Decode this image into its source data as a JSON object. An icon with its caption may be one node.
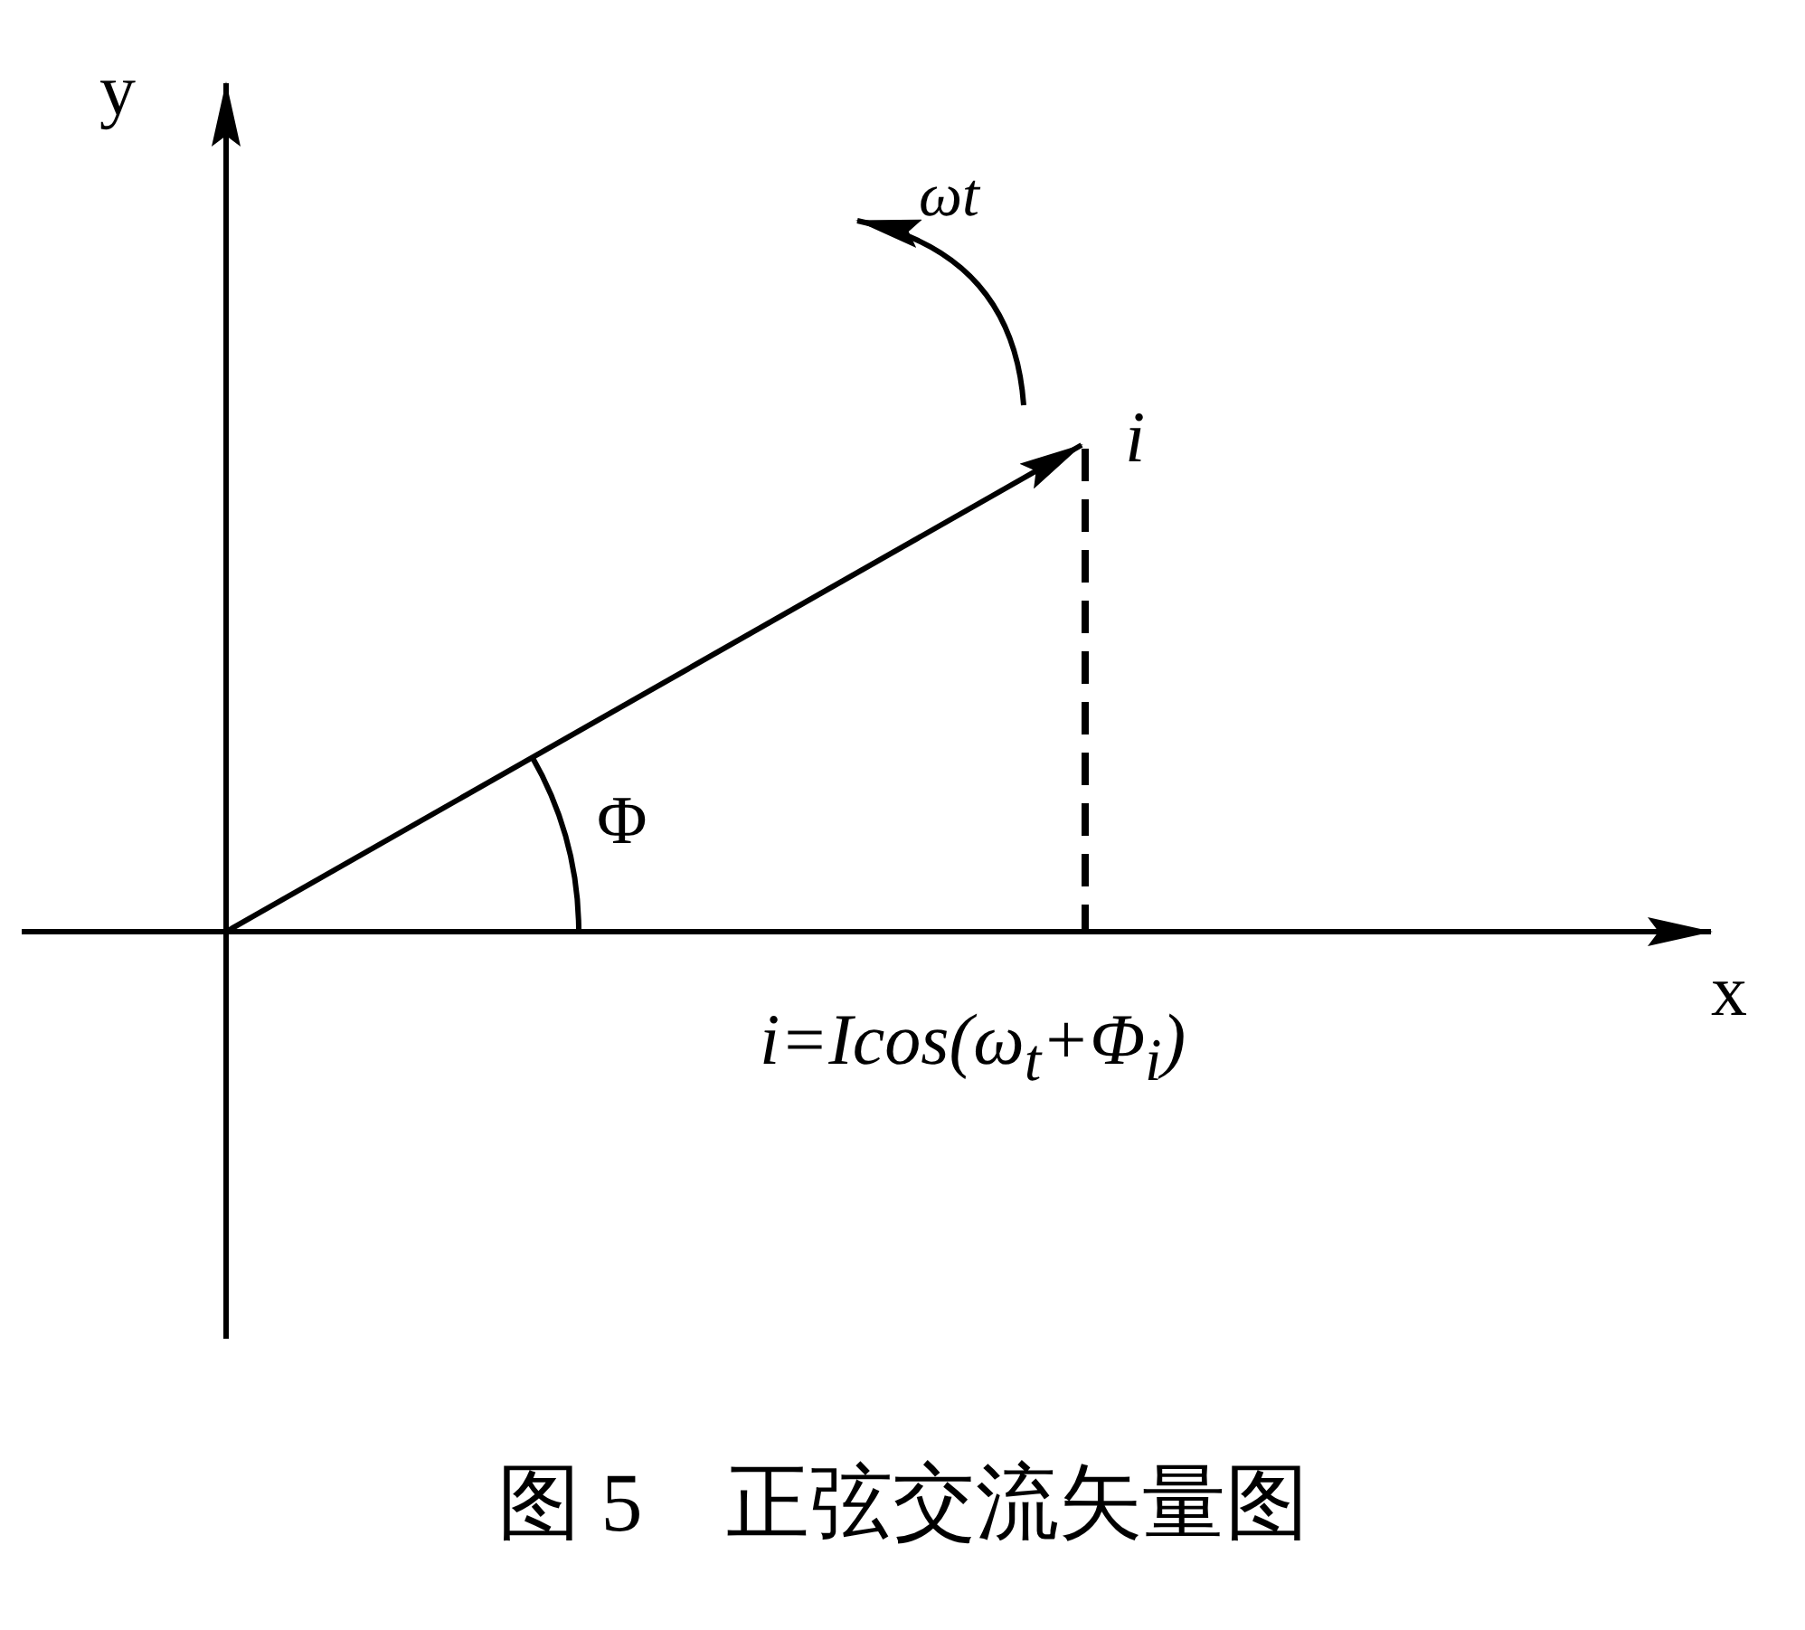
{
  "diagram": {
    "caption": "图 5　正弦交流矢量图",
    "labels": [
      "y",
      "ωt",
      "i",
      "Φ",
      "x",
      "i=Icos(ω$_{t}$+Φ$_{i}$)"
    ]
  }
}
